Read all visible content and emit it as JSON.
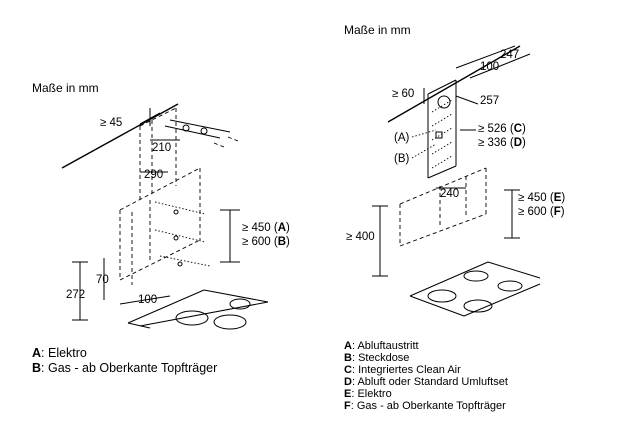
{
  "left": {
    "header": "Maße in mm",
    "dims": {
      "d45": "≥ 45",
      "d210": "210",
      "d290": "290",
      "d450": "≥ 450 (",
      "d450_letter": "A",
      "d600": "≥ 600 (",
      "d600_letter": "B",
      "close": ")",
      "d70": "70",
      "d272": "272",
      "d100": "100"
    },
    "legend": [
      {
        "letter": "A",
        "text": ": Elektro"
      },
      {
        "letter": "B",
        "text": ": Gas - ab Oberkante Topfträger"
      }
    ]
  },
  "right": {
    "header": "Maße in mm",
    "dims": {
      "d247": "247",
      "d100": "100",
      "d60": "≥ 60",
      "d257": "257",
      "labelA": "(A)",
      "labelB": "(B)",
      "d526": "≥ 526 (",
      "d526_letter": "C",
      "d336": "≥ 336 (",
      "d336_letter": "D",
      "close": ")",
      "d240": "240",
      "d450": "≥ 450 (",
      "d450_letter": "E",
      "d600": "≥ 600 (",
      "d600_letter": "F",
      "d400": "≥ 400"
    },
    "legend": [
      {
        "letter": "A",
        "text": ": Abluftaustritt"
      },
      {
        "letter": "B",
        "text": ": Steckdose"
      },
      {
        "letter": "C",
        "text": ": Integriertes Clean Air"
      },
      {
        "letter": "D",
        "text": ": Abluft oder Standard Umluftset"
      },
      {
        "letter": "E",
        "text": ": Elektro"
      },
      {
        "letter": "F",
        "text": ": Gas - ab Oberkante Topfträger"
      }
    ]
  }
}
